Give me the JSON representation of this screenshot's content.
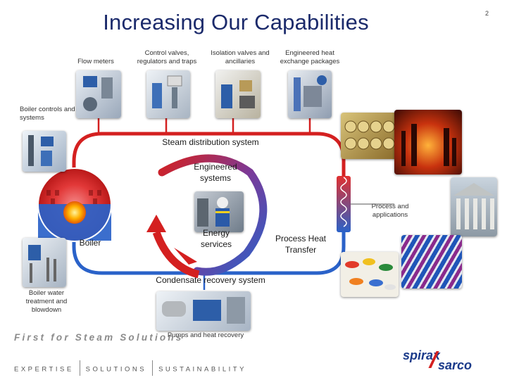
{
  "slide": {
    "title": "Increasing Our Capabilities",
    "page_number": "2"
  },
  "top_labels": {
    "flow_meters": "Flow meters",
    "control_valves": "Control valves, regulators and traps",
    "isolation_valves": "Isolation valves and ancillaries",
    "heat_exchange": "Engineered heat exchange packages"
  },
  "side_labels": {
    "boiler_controls": "Boiler controls and systems",
    "boiler_water": "Boiler water treatment and blowdown",
    "process_applications": "Process and applications",
    "pumps": "Pumps and heat recovery"
  },
  "cycle_labels": {
    "steam_distribution": "Steam distribution system",
    "engineered_systems": "Engineered systems",
    "energy_services": "Energy services",
    "boiler": "Boiler",
    "process_heat": "Process Heat Transfer",
    "condensate": "Condensate recovery system"
  },
  "branding": {
    "tagline": "First for Steam Solutions",
    "footer_1": "EXPERTISE",
    "footer_2": "SOLUTIONS",
    "footer_3": "SUSTAINABILITY",
    "logo_word_1": "spirax",
    "logo_word_2": "sarco"
  },
  "colors": {
    "title": "#1b2a6b",
    "steam_loop": "#d42020",
    "condensate_loop": "#2a62c9",
    "logo": "#1a3a8a"
  }
}
